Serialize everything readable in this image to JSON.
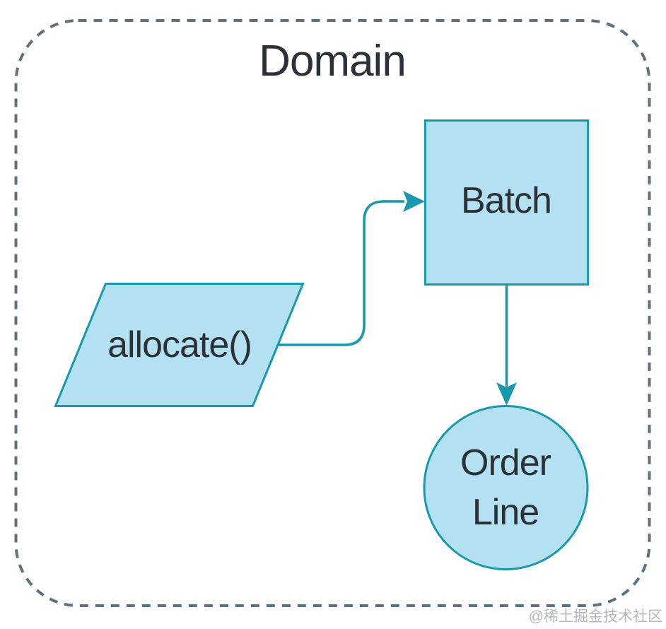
{
  "diagram": {
    "title": "Domain",
    "boundary": {
      "name": "Domain",
      "style": "dashed-rounded-rectangle"
    },
    "nodes": {
      "batch": {
        "label": "Batch",
        "shape": "square"
      },
      "allocate": {
        "label": "allocate()",
        "shape": "parallelogram"
      },
      "order_line": {
        "label": "Order Line",
        "line1": "Order",
        "line2": "Line",
        "shape": "circle"
      }
    },
    "edges": [
      {
        "from": "allocate()",
        "to": "Batch",
        "style": "elbow-arrow"
      },
      {
        "from": "Batch",
        "to": "Order Line",
        "style": "straight-arrow"
      }
    ],
    "colors": {
      "node_fill": "#b4e1f2",
      "accent": "#1899ad",
      "boundary": "#5f717c",
      "text": "#2b3137",
      "watermark": "#b2b9c0",
      "background": "#ffffff"
    },
    "watermark": "@稀土掘金技术社区"
  }
}
